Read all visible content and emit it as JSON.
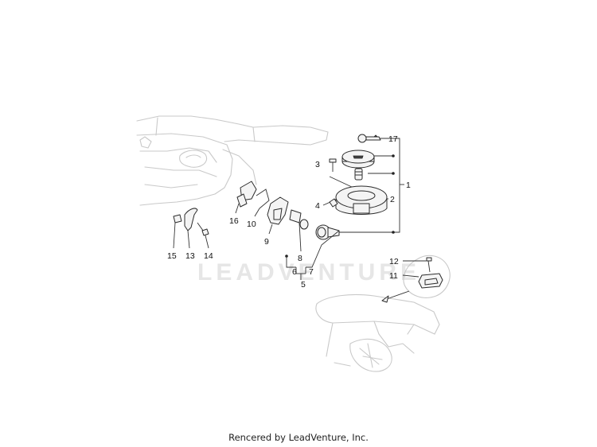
{
  "watermark": "LEADVENTURE",
  "footer": "Rencered by LeadVenture, Inc.",
  "callouts": [
    "17",
    "3",
    "1",
    "2",
    "4",
    "16",
    "10",
    "9",
    "8",
    "6",
    "7",
    "5",
    "15",
    "13",
    "14",
    "12",
    "11"
  ]
}
